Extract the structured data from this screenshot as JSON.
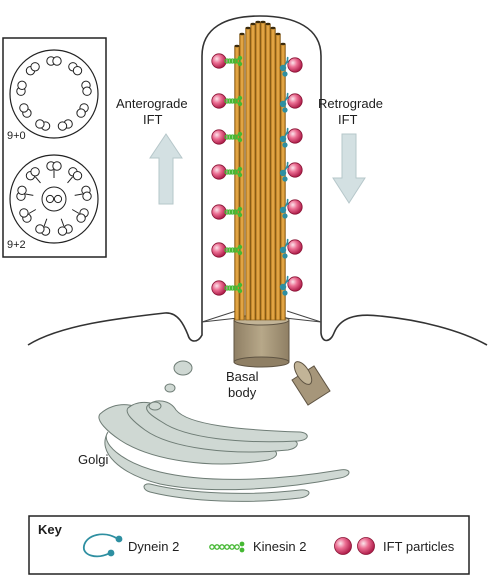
{
  "labels": {
    "anterograde": "Anterograde",
    "anterograde_ift": "IFT",
    "retrograde": "Retrograde",
    "retrograde_ift": "IFT",
    "basal": "Basal",
    "body": "body",
    "golgi": "Golgi",
    "axoneme_9_0": "9+0",
    "axoneme_9_2": "9+2"
  },
  "key": {
    "title": "Key",
    "items": [
      {
        "name": "dynein",
        "label": "Dynein 2"
      },
      {
        "name": "kinesin",
        "label": "Kinesin 2"
      },
      {
        "name": "ift",
        "label": "IFT particles"
      }
    ]
  },
  "colors": {
    "microtubule": "#d9982c",
    "microtubule_dark": "#9b6512",
    "basal_body": "#aa9a7e",
    "golgi": "#cfd8d3",
    "arrow": "#d3e0e2",
    "ift_particle": "#e04f7a",
    "dynein": "#2e8fa1",
    "kinesin": "#4bbf3a"
  }
}
